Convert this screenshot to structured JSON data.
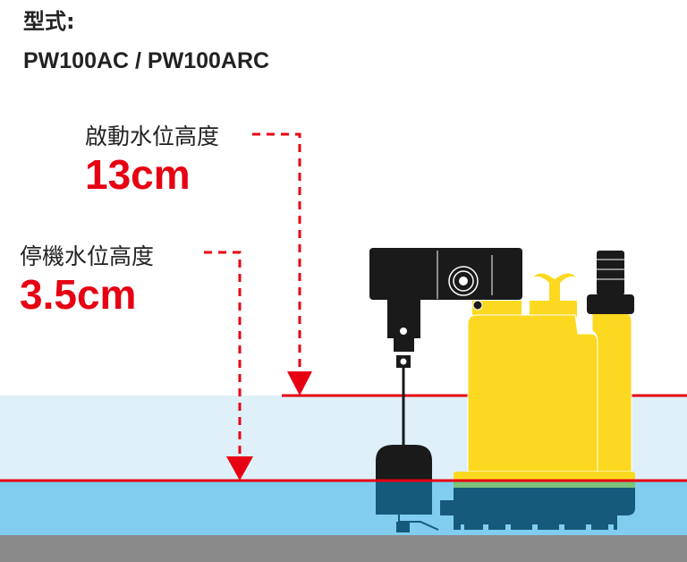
{
  "model_label": "型式:",
  "model_value": "PW100AC / PW100ARC",
  "start_level": {
    "label": "啟動水位高度",
    "value": "13cm"
  },
  "stop_level": {
    "label": "停機水位高度",
    "value": "3.5cm"
  },
  "colors": {
    "red": "#e60012",
    "pump_yellow": "#fcd920",
    "water_light": "#dff0f9",
    "water_deep": "#80cdf0",
    "ground": "#8a8a8a",
    "black": "#1a1a1a"
  }
}
